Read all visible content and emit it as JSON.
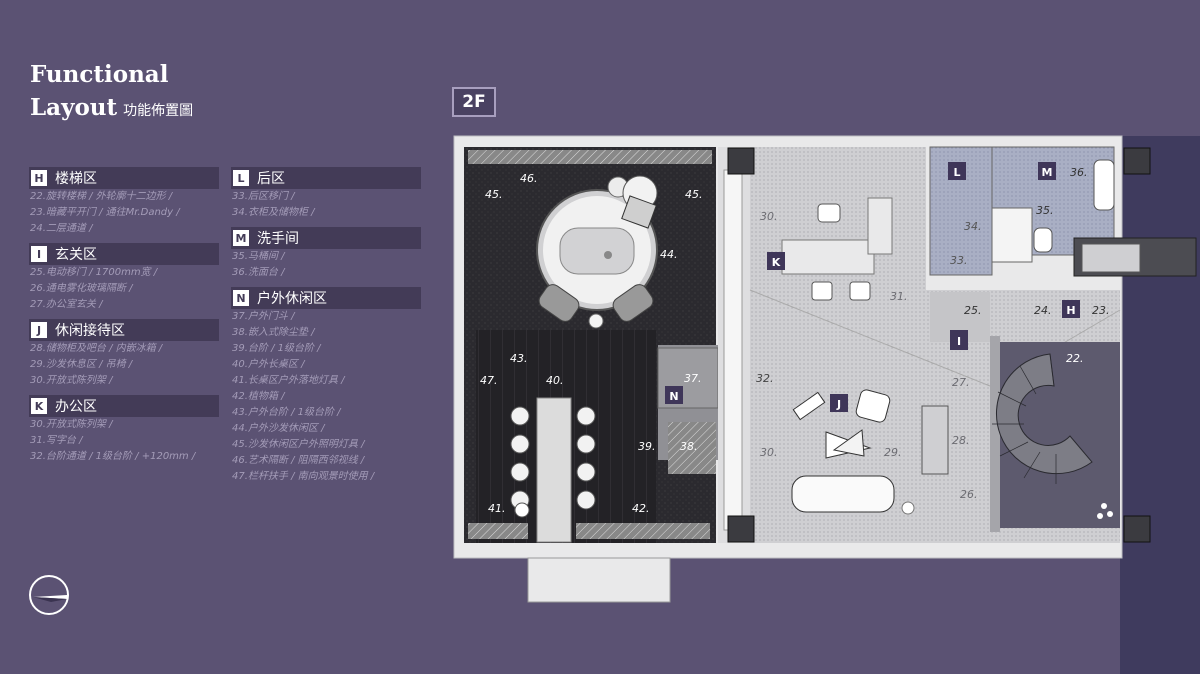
{
  "title": {
    "line1": "Functional",
    "line2": "Layout",
    "cn": "功能佈置圖"
  },
  "floor": "2F",
  "legend": {
    "col1": [
      {
        "letter": "H",
        "title": "楼梯区",
        "items": [
          "22.旋转楼梯 / 外轮廓十二边形 /",
          "23.暗藏平开门 / 通往Mr.Dandy /",
          "24.二层通道 /"
        ]
      },
      {
        "letter": "I",
        "title": "玄关区",
        "items": [
          "25.电动移门 / 1700mm宽 /",
          "26.通电雾化玻璃隔断 /",
          "27.办公室玄关 /"
        ]
      },
      {
        "letter": "J",
        "title": "休闲接待区",
        "items": [
          "28.储物柜及吧台 / 内嵌冰箱 /",
          "29.沙发休息区 / 吊椅 /",
          "30.开放式陈列架 /"
        ]
      },
      {
        "letter": "K",
        "title": "办公区",
        "items": [
          "30.开放式陈列架 /",
          "31.写字台 /",
          "32.台阶通道 / 1级台阶 / +120mm /"
        ]
      }
    ],
    "col2": [
      {
        "letter": "L",
        "title": "后区",
        "items": [
          "33.后区移门 /",
          "34.衣柜及储物柜 /"
        ]
      },
      {
        "letter": "M",
        "title": "洗手间",
        "items": [
          "35.马桶间 /",
          "36.洗面台 /"
        ]
      },
      {
        "letter": "N",
        "title": "户外休闲区",
        "items": [
          "37.户外门斗 /",
          "38.嵌入式除尘垫 /",
          "39.台阶 / 1级台阶 /",
          "40.户外长桌区 /",
          "41.长桌区户外落地灯具 /",
          "42.植物箱 /",
          "43.户外台阶 / 1级台阶 /",
          "44.户外沙发休闲区 /",
          "45.沙发休闲区户外照明灯具 /",
          "46.艺术隔断 / 阻隔西邻视线 /",
          "47.栏杆扶手 / 南向观景时使用 /"
        ]
      }
    ]
  },
  "plan": {
    "zone_tags": {
      "K": "K",
      "J": "J",
      "I": "I",
      "H": "H",
      "L": "L",
      "M": "M",
      "N": "N"
    },
    "numbers": {
      "n22": "22.",
      "n23": "23.",
      "n24": "24.",
      "n25": "25.",
      "n26": "26.",
      "n27": "27.",
      "n28": "28.",
      "n29": "29.",
      "n30a": "30.",
      "n30b": "30.",
      "n31": "31.",
      "n32": "32.",
      "n33": "33.",
      "n34": "34.",
      "n35": "35.",
      "n36": "36.",
      "n37": "37.",
      "n38": "38.",
      "n39": "39.",
      "n40": "40.",
      "n41": "41.",
      "n42": "42.",
      "n43": "43.",
      "n44": "44.",
      "n45a": "45.",
      "n45b": "45.",
      "n46": "46.",
      "n47": "47."
    }
  },
  "colors": {
    "background": "#5b5273",
    "legend_bar": "#433b57",
    "terrace_dark": "#2c2b2f",
    "office_light": "#c9c9cb",
    "stair_dark": "#5d5a6e"
  }
}
